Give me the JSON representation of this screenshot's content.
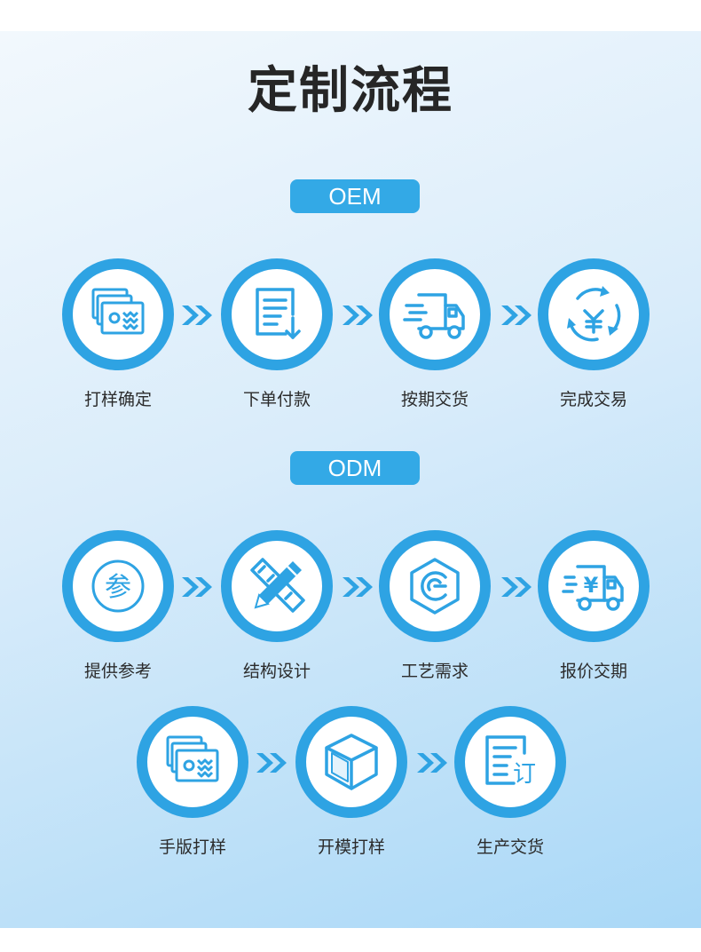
{
  "page": {
    "title": "定制流程",
    "accent_color": "#2ea3e3"
  },
  "oem": {
    "badge": "OEM",
    "steps": [
      {
        "label": "打样确定",
        "icon": "sample-cards-icon"
      },
      {
        "label": "下单付款",
        "icon": "order-document-icon"
      },
      {
        "label": "按期交货",
        "icon": "delivery-truck-icon"
      },
      {
        "label": "完成交易",
        "icon": "yuan-cycle-icon"
      }
    ]
  },
  "odm": {
    "badge": "ODM",
    "steps": [
      {
        "label": "提供参考",
        "icon": "reference-icon",
        "icon_text": "参"
      },
      {
        "label": "结构设计",
        "icon": "pencil-ruler-icon"
      },
      {
        "label": "工艺需求",
        "icon": "process-hexagon-icon"
      },
      {
        "label": "报价交期",
        "icon": "quote-truck-icon",
        "icon_text": "¥"
      },
      {
        "label": "手版打样",
        "icon": "sample-cards-icon"
      },
      {
        "label": "开模打样",
        "icon": "mold-cube-icon"
      },
      {
        "label": "生产交货",
        "icon": "production-order-icon",
        "icon_text": "订"
      }
    ]
  }
}
